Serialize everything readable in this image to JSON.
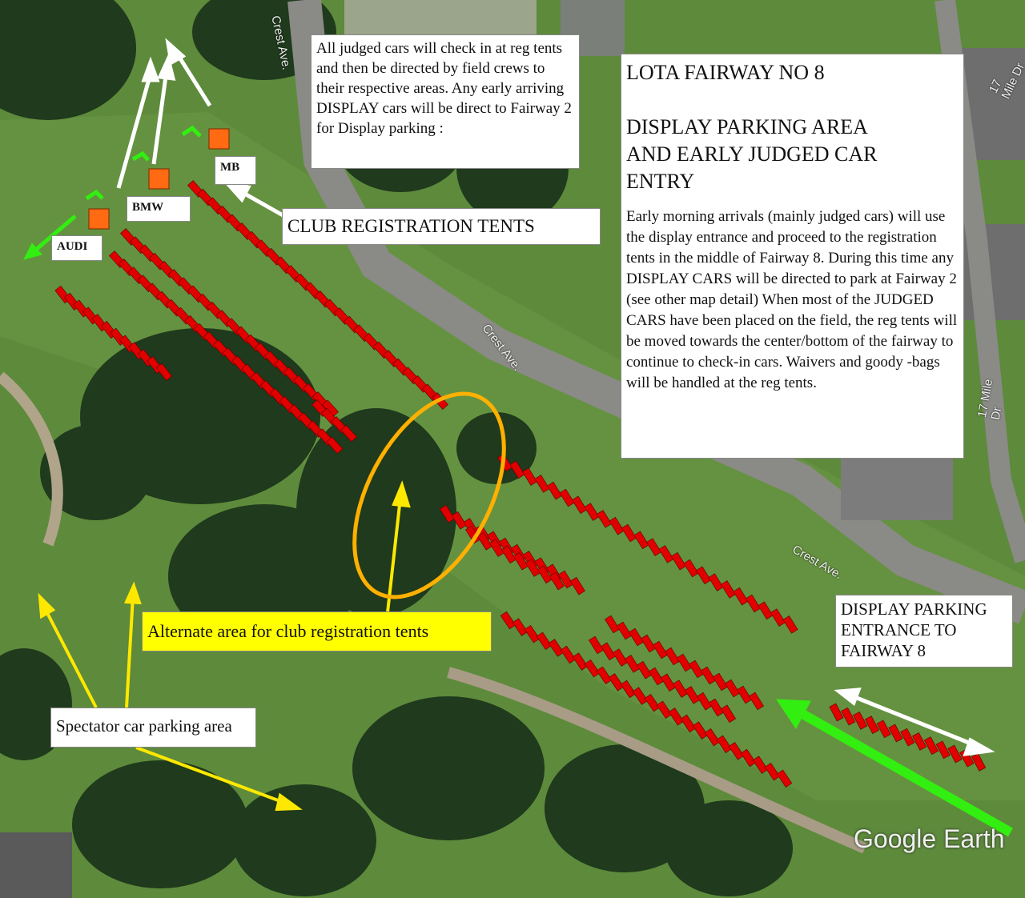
{
  "map": {
    "colors": {
      "grass": "#5e8a3c",
      "trees": "#1f3a1c",
      "road": "#8a8a86",
      "car_slot": "#e00000",
      "tent": "#ff6a13",
      "arrow_white": "#ffffff",
      "arrow_green": "#33ee11",
      "arrow_yellow": "#ffe800",
      "ellipse": "#ffb000"
    }
  },
  "info": {
    "text": "All judged cars will check in at reg tents and then be directed by field crews to their respective areas. Any early arriving DISPLAY cars will be direct to Fairway 2 for Display parking :"
  },
  "title": {
    "line1": "LOTA FAIRWAY NO 8",
    "line2": "DISPLAY PARKING AREA",
    "line3": "AND EARLY JUDGED CAR",
    "line4": "ENTRY",
    "body": "Early morning arrivals (mainly judged cars) will use the display entrance and proceed to the registration tents in the middle of Fairway 8. During this time any DISPLAY CARS will be directed to park at Fairway 2 (see other map detail) When most of the JUDGED CARS have been placed on the field, the reg tents will be moved towards the center/bottom of the fairway to continue to check-in cars. Waivers and goody -bags will be handled at the reg tents."
  },
  "labels": {
    "club_registration": "CLUB REGISTRATION TENTS",
    "mb": "MB",
    "bmw": "BMW",
    "audi": "AUDI",
    "alternate": "Alternate area for club registration tents",
    "entrance_line1": "DISPLAY PARKING",
    "entrance_line2": "ENTRANCE TO",
    "entrance_line3": "FAIRWAY 8",
    "spectator": "Spectator car parking area"
  },
  "roads": {
    "crest_top": "Crest Ave.",
    "crest_mid": "Crest Ave.",
    "crest_low": "Crest Ave.",
    "mile_top": "17 Mile Dr",
    "mile_mid": "17 Mile Dr"
  },
  "watermark": "Google Earth"
}
